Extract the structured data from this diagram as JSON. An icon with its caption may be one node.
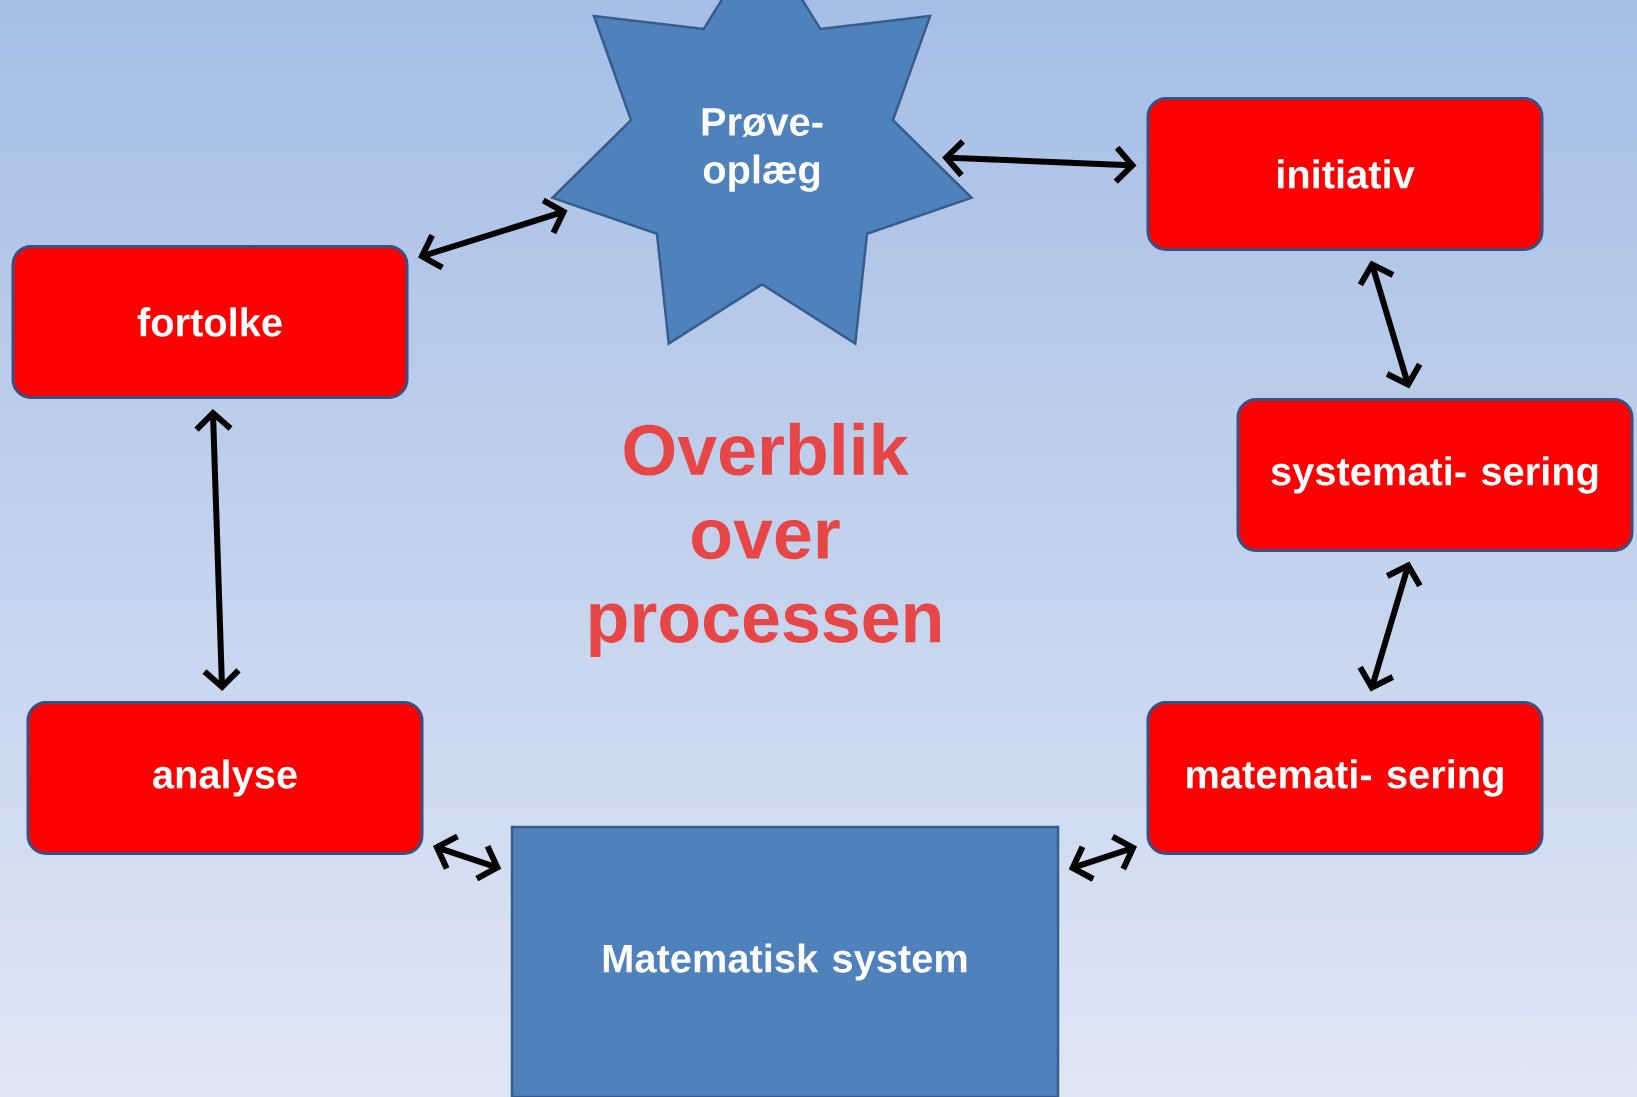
{
  "diagram": {
    "nodes": [
      {
        "text": [
          "Prøve- oplæg"
        ]
      },
      {
        "text": [
          "initiativ"
        ]
      },
      {
        "text": [
          "systemati- sering"
        ]
      },
      {
        "text": [
          "matemati- sering"
        ]
      },
      {
        "text": [
          "Matematisk system"
        ]
      },
      {
        "text": [
          "analyse"
        ]
      },
      {
        "text": [
          "fortolke"
        ]
      }
    ],
    "edges": [
      {
        "from": 0,
        "to": 1,
        "arrow": "both"
      },
      {
        "from": 1,
        "to": 2,
        "arrow": "both"
      },
      {
        "from": 2,
        "to": 3,
        "arrow": "both"
      },
      {
        "from": 3,
        "to": 4,
        "arrow": "both"
      },
      {
        "from": 4,
        "to": 5,
        "arrow": "both"
      },
      {
        "from": 5,
        "to": 6,
        "arrow": "both"
      },
      {
        "from": 6,
        "to": 0,
        "arrow": "both"
      }
    ],
    "labels": [
      "Overblik over processen"
    ]
  }
}
